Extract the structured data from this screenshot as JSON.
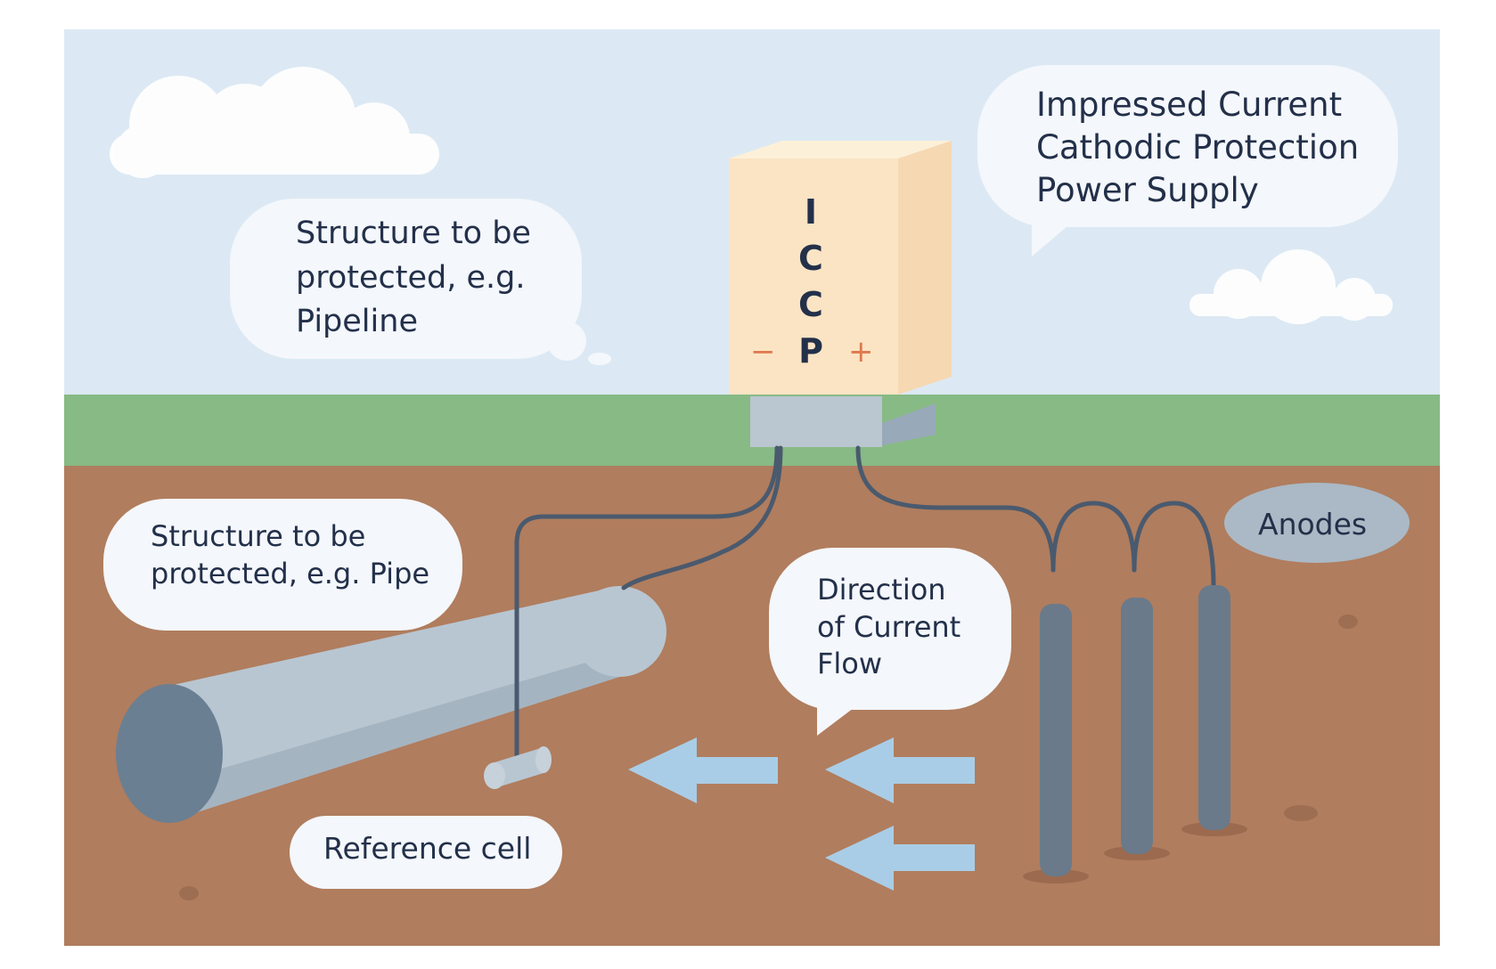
{
  "labels": {
    "power_supply": [
      "Impressed Current",
      "Cathodic Protection",
      "Power Supply"
    ],
    "pipeline": [
      "Structure to be",
      "protected, e.g.",
      "Pipeline"
    ],
    "pipe": [
      "Structure to be",
      "protected, e.g. Pipe"
    ],
    "current_flow": [
      "Direction",
      "of Current",
      "Flow"
    ],
    "reference_cell": "Reference cell",
    "anodes": "Anodes"
  },
  "icc_box": {
    "letters": [
      "I",
      "C",
      "C",
      "P"
    ],
    "negative_terminal": "−",
    "positive_terminal": "+"
  },
  "colors": {
    "sky": "#dce9f4",
    "grass": "#87ba85",
    "soil": "#b07d5e",
    "pipe": "#b8c6d2",
    "pipe_end": "#6b7f92",
    "anode": "#6a7a8a",
    "cable": "#4a5a6e",
    "arrow": "#a9cde6",
    "box_front": "#fbe4c4",
    "polarity": "#e0784e",
    "text": "#23304a"
  }
}
